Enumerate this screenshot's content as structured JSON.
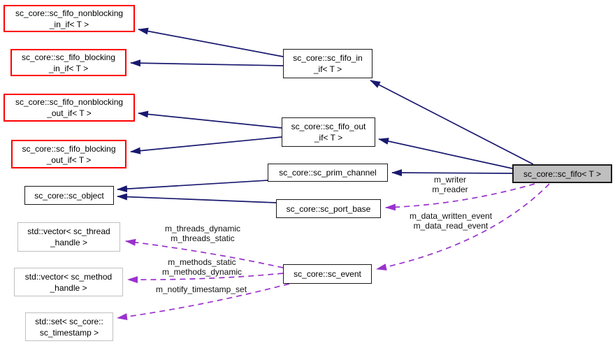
{
  "colors": {
    "inheritance_edge": "#191970",
    "usage_edge": "#9a32cd",
    "truncated_node_border": "#ff0000",
    "node_border": "#1a1a1a",
    "external_node_border": "#c0c0c0",
    "focus_node_fill": "#bfbfbf",
    "background": "#ffffff"
  },
  "nodes": [
    {
      "id": "sc_fifo_nonblocking_in_if",
      "label": "sc_core::sc_fifo_nonblocking\n_in_if< T >"
    },
    {
      "id": "sc_fifo_blocking_in_if",
      "label": "sc_core::sc_fifo_blocking\n_in_if< T >"
    },
    {
      "id": "sc_fifo_in_if",
      "label": "sc_core::sc_fifo_in\n_if< T >"
    },
    {
      "id": "sc_fifo_nonblocking_out_if",
      "label": "sc_core::sc_fifo_nonblocking\n_out_if< T >"
    },
    {
      "id": "sc_fifo_blocking_out_if",
      "label": "sc_core::sc_fifo_blocking\n_out_if< T >"
    },
    {
      "id": "sc_fifo_out_if",
      "label": "sc_core::sc_fifo_out\n_if< T >"
    },
    {
      "id": "sc_prim_channel",
      "label": "sc_core::sc_prim_channel"
    },
    {
      "id": "sc_object",
      "label": "sc_core::sc_object"
    },
    {
      "id": "sc_port_base",
      "label": "sc_core::sc_port_base"
    },
    {
      "id": "sc_fifo",
      "label": "sc_core::sc_fifo< T >"
    },
    {
      "id": "std_vector_sc_thread_handle",
      "label": "std::vector< sc_thread\n_handle >"
    },
    {
      "id": "std_vector_sc_method_handle",
      "label": "std::vector< sc_method\n_handle >"
    },
    {
      "id": "std_set_sc_timestamp",
      "label": "std::set< sc_core::\nsc_timestamp >"
    },
    {
      "id": "sc_event",
      "label": "sc_core::sc_event"
    }
  ],
  "edge_labels": [
    {
      "id": "writer-reader",
      "text": "m_writer\nm_reader"
    },
    {
      "id": "data-events",
      "text": "m_data_written_event\nm_data_read_event"
    },
    {
      "id": "threads",
      "text": "m_threads_dynamic\nm_threads_static"
    },
    {
      "id": "methods",
      "text": "m_methods_static\nm_methods_dynamic"
    },
    {
      "id": "notify-timestamps",
      "text": "m_notify_timestamp_set"
    }
  ],
  "edges": [
    {
      "from": "sc_fifo_in_if",
      "to": "sc_fifo_nonblocking_in_if",
      "type": "inheritance"
    },
    {
      "from": "sc_fifo_in_if",
      "to": "sc_fifo_blocking_in_if",
      "type": "inheritance"
    },
    {
      "from": "sc_fifo_out_if",
      "to": "sc_fifo_nonblocking_out_if",
      "type": "inheritance"
    },
    {
      "from": "sc_fifo_out_if",
      "to": "sc_fifo_blocking_out_if",
      "type": "inheritance"
    },
    {
      "from": "sc_fifo",
      "to": "sc_fifo_in_if",
      "type": "inheritance"
    },
    {
      "from": "sc_fifo",
      "to": "sc_fifo_out_if",
      "type": "inheritance"
    },
    {
      "from": "sc_fifo",
      "to": "sc_prim_channel",
      "type": "inheritance"
    },
    {
      "from": "sc_prim_channel",
      "to": "sc_object",
      "type": "inheritance"
    },
    {
      "from": "sc_port_base",
      "to": "sc_object",
      "type": "inheritance"
    },
    {
      "from": "sc_fifo",
      "to": "sc_port_base",
      "type": "usage",
      "label": "m_writer\nm_reader"
    },
    {
      "from": "sc_fifo",
      "to": "sc_event",
      "type": "usage",
      "label": "m_data_written_event\nm_data_read_event"
    },
    {
      "from": "sc_event",
      "to": "std_vector_sc_thread_handle",
      "type": "usage",
      "label": "m_threads_dynamic\nm_threads_static"
    },
    {
      "from": "sc_event",
      "to": "std_vector_sc_method_handle",
      "type": "usage",
      "label": "m_methods_static\nm_methods_dynamic"
    },
    {
      "from": "sc_event",
      "to": "std_set_sc_timestamp",
      "type": "usage",
      "label": "m_notify_timestamp_set"
    }
  ]
}
